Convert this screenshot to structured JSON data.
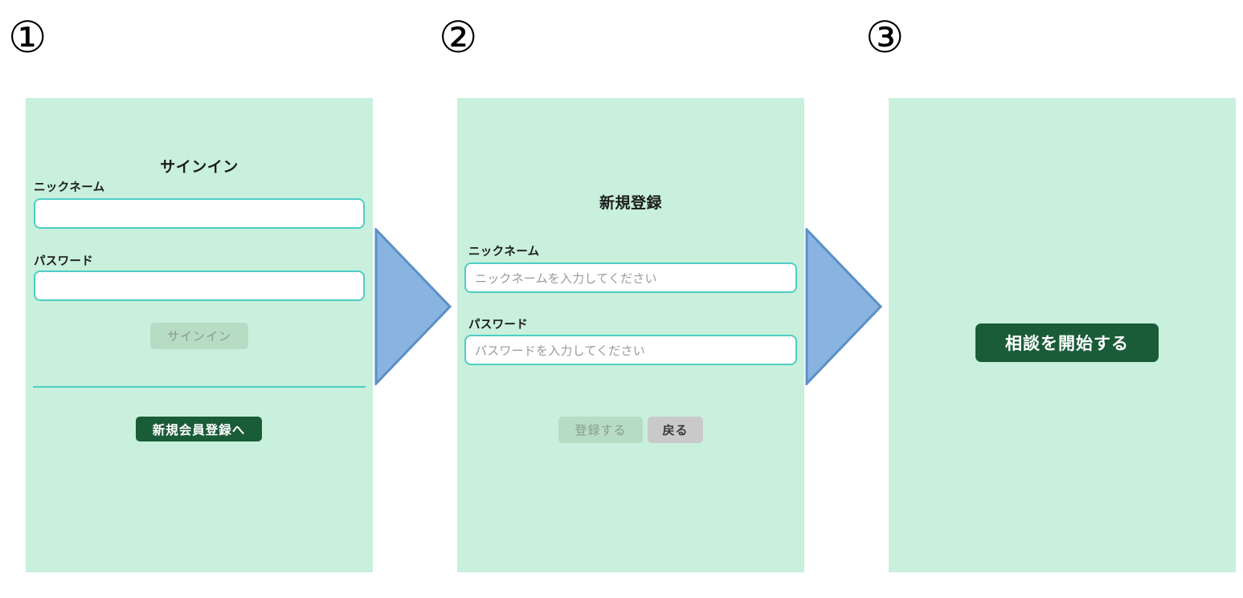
{
  "steps": [
    {
      "marker": "①"
    },
    {
      "marker": "②"
    },
    {
      "marker": "③"
    }
  ],
  "colors": {
    "panel_background": "#c8f0dc",
    "input_border": "#4ecdc4",
    "primary_button": "#1a5c38",
    "disabled_button": "#b6dcc4",
    "secondary_button": "#c9c9c9",
    "arrow_fill": "#8ab4e0",
    "arrow_stroke": "#5b8fc9",
    "divider": "#4ecdc4",
    "text": "#1c1c1c",
    "placeholder": "#9a9a9a"
  },
  "screen_signin": {
    "title": "サインイン",
    "nickname_label": "ニックネーム",
    "nickname_value": "",
    "nickname_placeholder": "",
    "password_label": "パスワード",
    "password_value": "",
    "password_placeholder": "",
    "submit_label": "サインイン",
    "register_link_label": "新規会員登録へ"
  },
  "screen_register": {
    "title": "新規登録",
    "nickname_label": "ニックネーム",
    "nickname_value": "",
    "nickname_placeholder": "ニックネームを入力してください",
    "password_label": "パスワード",
    "password_value": "",
    "password_placeholder": "パスワードを入力してください",
    "submit_label": "登録する",
    "back_label": "戻る"
  },
  "screen_start": {
    "start_label": "相談を開始する"
  }
}
